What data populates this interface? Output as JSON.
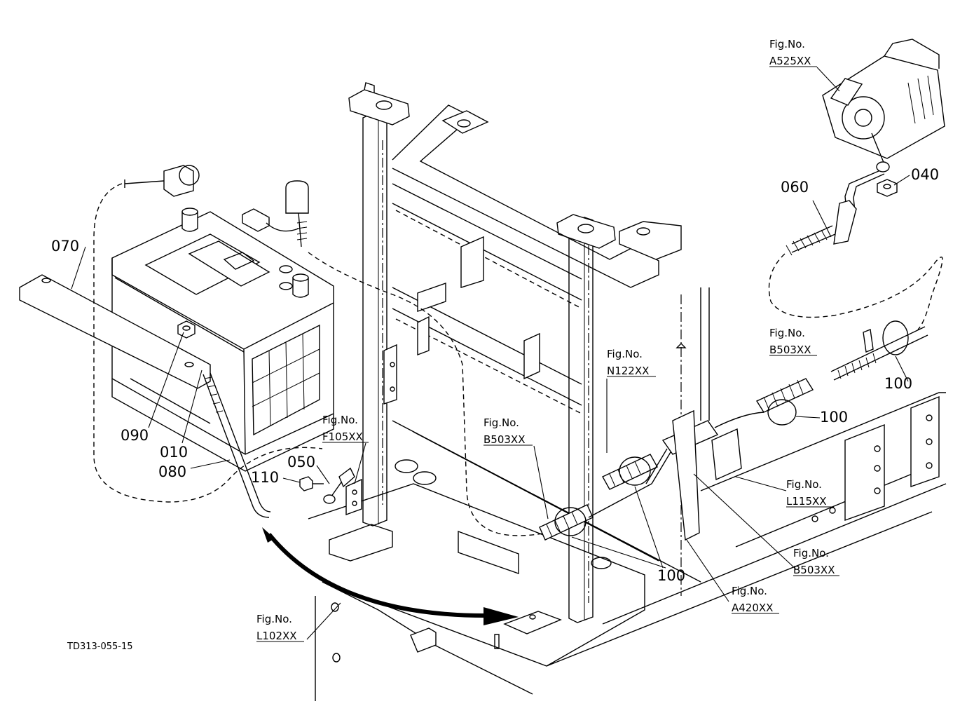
{
  "drawing_code": "TD313-055-15",
  "fig_label": "Fig.No.",
  "parts": {
    "p010": "010",
    "p040": "040",
    "p050": "050",
    "p060": "060",
    "p070": "070",
    "p080": "080",
    "p090": "090",
    "p100": "100",
    "p110": "110"
  },
  "figures": {
    "a525": "A525XX",
    "b503": "B503XX",
    "n122": "N122XX",
    "f105": "F105XX",
    "l115": "L115XX",
    "a420": "A420XX",
    "l102": "L102XX"
  }
}
